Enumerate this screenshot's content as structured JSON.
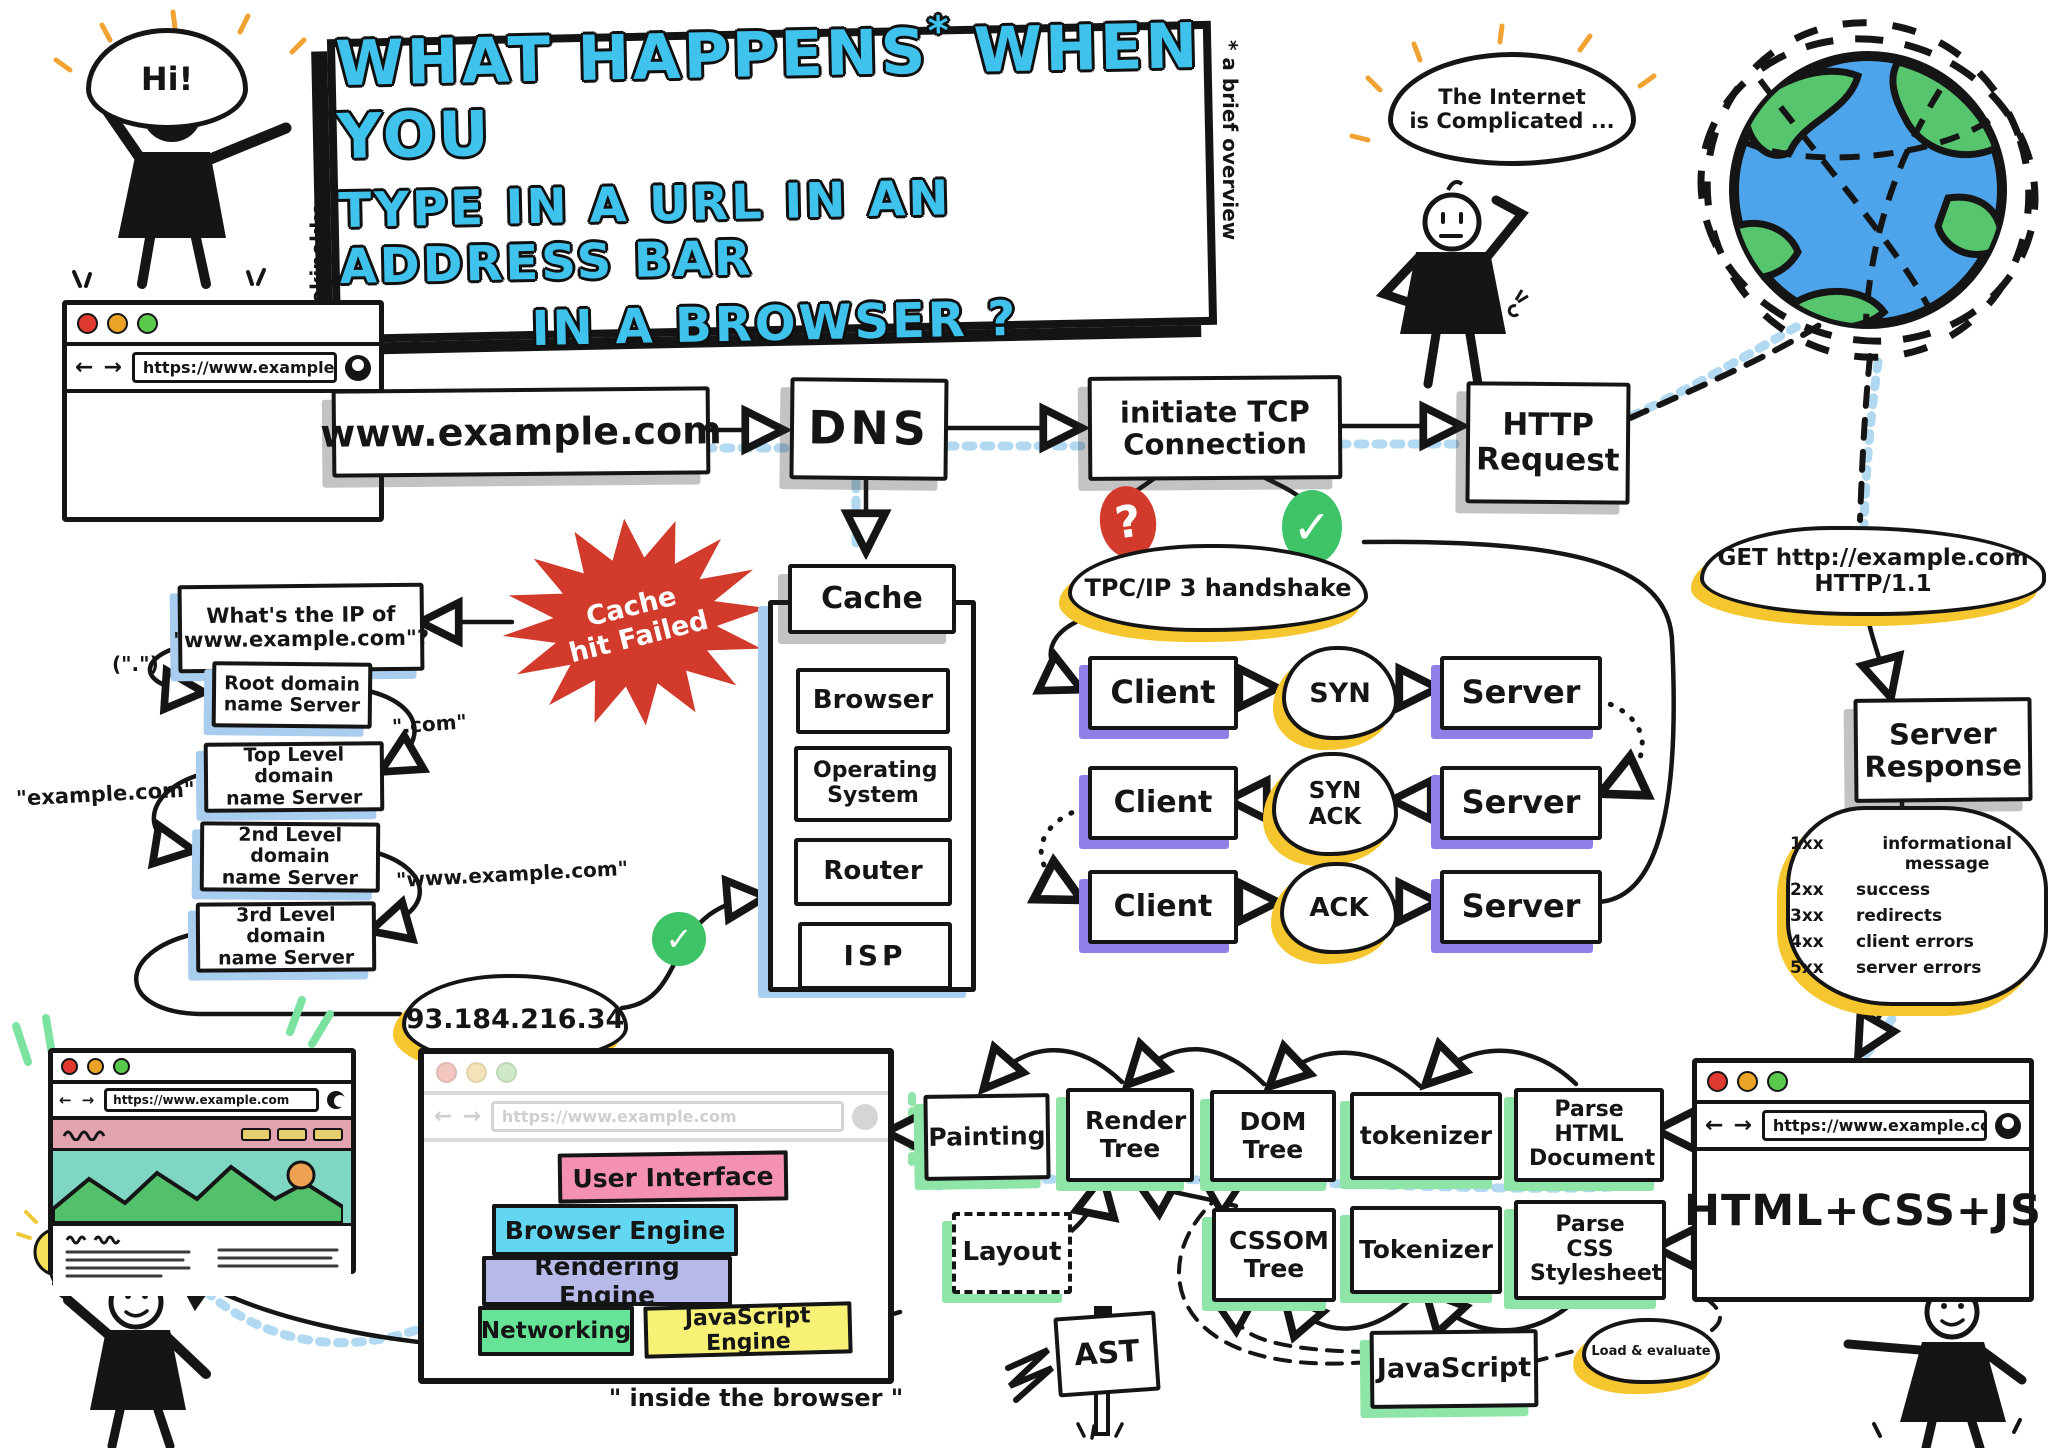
{
  "title": {
    "line1a": "WHAT HAPPENS",
    "star": "*",
    "line1b": "WHEN YOU",
    "line2": "TYPE IN A URL IN AN ADDRESS BAR",
    "line3": "IN A BROWSER ?",
    "author": "@manekinekko",
    "footnote": "* a brief overview"
  },
  "characters": {
    "hi_bubble": "Hi!",
    "internet_line1": "The Internet",
    "internet_line2": "is Complicated ..."
  },
  "icons": {
    "back_arrow": "←",
    "forward_arrow": "→",
    "question_mark": "?",
    "check_mark": "✓"
  },
  "windows": {
    "url": "https://www.example.com",
    "html_content": "HTML+CSS+JS",
    "inside_caption": "\" inside the browser \""
  },
  "main_flow": {
    "address": "www.example.com",
    "dns": "DNS",
    "tcp_line1": "initiate TCP",
    "tcp_line2": "Connection",
    "http_line1": "HTTP",
    "http_line2": "Request"
  },
  "dns_area": {
    "cache_fail_line1": "Cache",
    "cache_fail_line2": "hit Failed",
    "question_line1": "What's the IP of",
    "question_line2": "\"www.example.com\"?",
    "servers": [
      {
        "line1": "Root domain",
        "line2": "name Server"
      },
      {
        "line1": "Top Level domain",
        "line2": "name Server"
      },
      {
        "line1": "2nd Level domain",
        "line2": "name Server"
      },
      {
        "line1": "3rd Level domain",
        "line2": "name Server"
      }
    ],
    "labels": {
      "root": "(\".\")",
      "tld": "\".com\"",
      "second": "\"example.com\"",
      "third": "\"www.example.com\""
    },
    "resolved_ip": "93.184.216.34"
  },
  "cache_stack": {
    "items": [
      "Cache",
      "Browser",
      "Operating System",
      "Router",
      "ISP"
    ]
  },
  "handshake": {
    "cloud": "TPC/IP 3 handshake",
    "rows": [
      {
        "left": "Client",
        "middle": "SYN",
        "right": "Server"
      },
      {
        "left": "Client",
        "middle": "SYN ACK",
        "right": "Server"
      },
      {
        "left": "Client",
        "middle": "ACK",
        "right": "Server"
      }
    ]
  },
  "request": {
    "get_line": "GET http://example.com HTTP/1.1"
  },
  "response": {
    "box_line1": "Server",
    "box_line2": "Response",
    "status_codes": [
      {
        "code": "1xx",
        "meaning": "informational message"
      },
      {
        "code": "2xx",
        "meaning": "success"
      },
      {
        "code": "3xx",
        "meaning": "redirects"
      },
      {
        "code": "4xx",
        "meaning": "client errors"
      },
      {
        "code": "5xx",
        "meaning": "server errors"
      }
    ]
  },
  "pipeline": {
    "top": [
      "Painting",
      "Render Tree",
      "DOM Tree",
      "tokenizer",
      "Parse HTML Document"
    ],
    "bottom": [
      "CSSOM Tree",
      "Tokenizer",
      "Parse CSS Stylesheet"
    ],
    "layout": "Layout",
    "javascript": "JavaScript",
    "load_evaluate": "Load & evaluate",
    "ast": "AST"
  },
  "browser_internals": {
    "components": [
      {
        "label": "User Interface",
        "color": "#f490b4"
      },
      {
        "label": "Browser Engine",
        "color": "#63d7f2"
      },
      {
        "label": "Rendering Engine",
        "color": "#b7bae9"
      },
      {
        "label": "Networking",
        "color": "#67e397"
      },
      {
        "label": "JavaScript Engine",
        "color": "#f7f276"
      }
    ]
  },
  "colors": {
    "title_blue": "#3fc3ed",
    "starburst_red": "#d23a2c",
    "check_green": "#3ec467",
    "badge_red": "#d23a2c",
    "shadow_yellow": "#f6c62e",
    "shadow_purple": "#8e80e6",
    "shadow_green": "#8fe5a7",
    "shadow_blue": "#a9cdee",
    "speckle_blue": "#a8d5f0",
    "globe_ocean": "#4da4ea",
    "globe_land": "#57c46e"
  }
}
